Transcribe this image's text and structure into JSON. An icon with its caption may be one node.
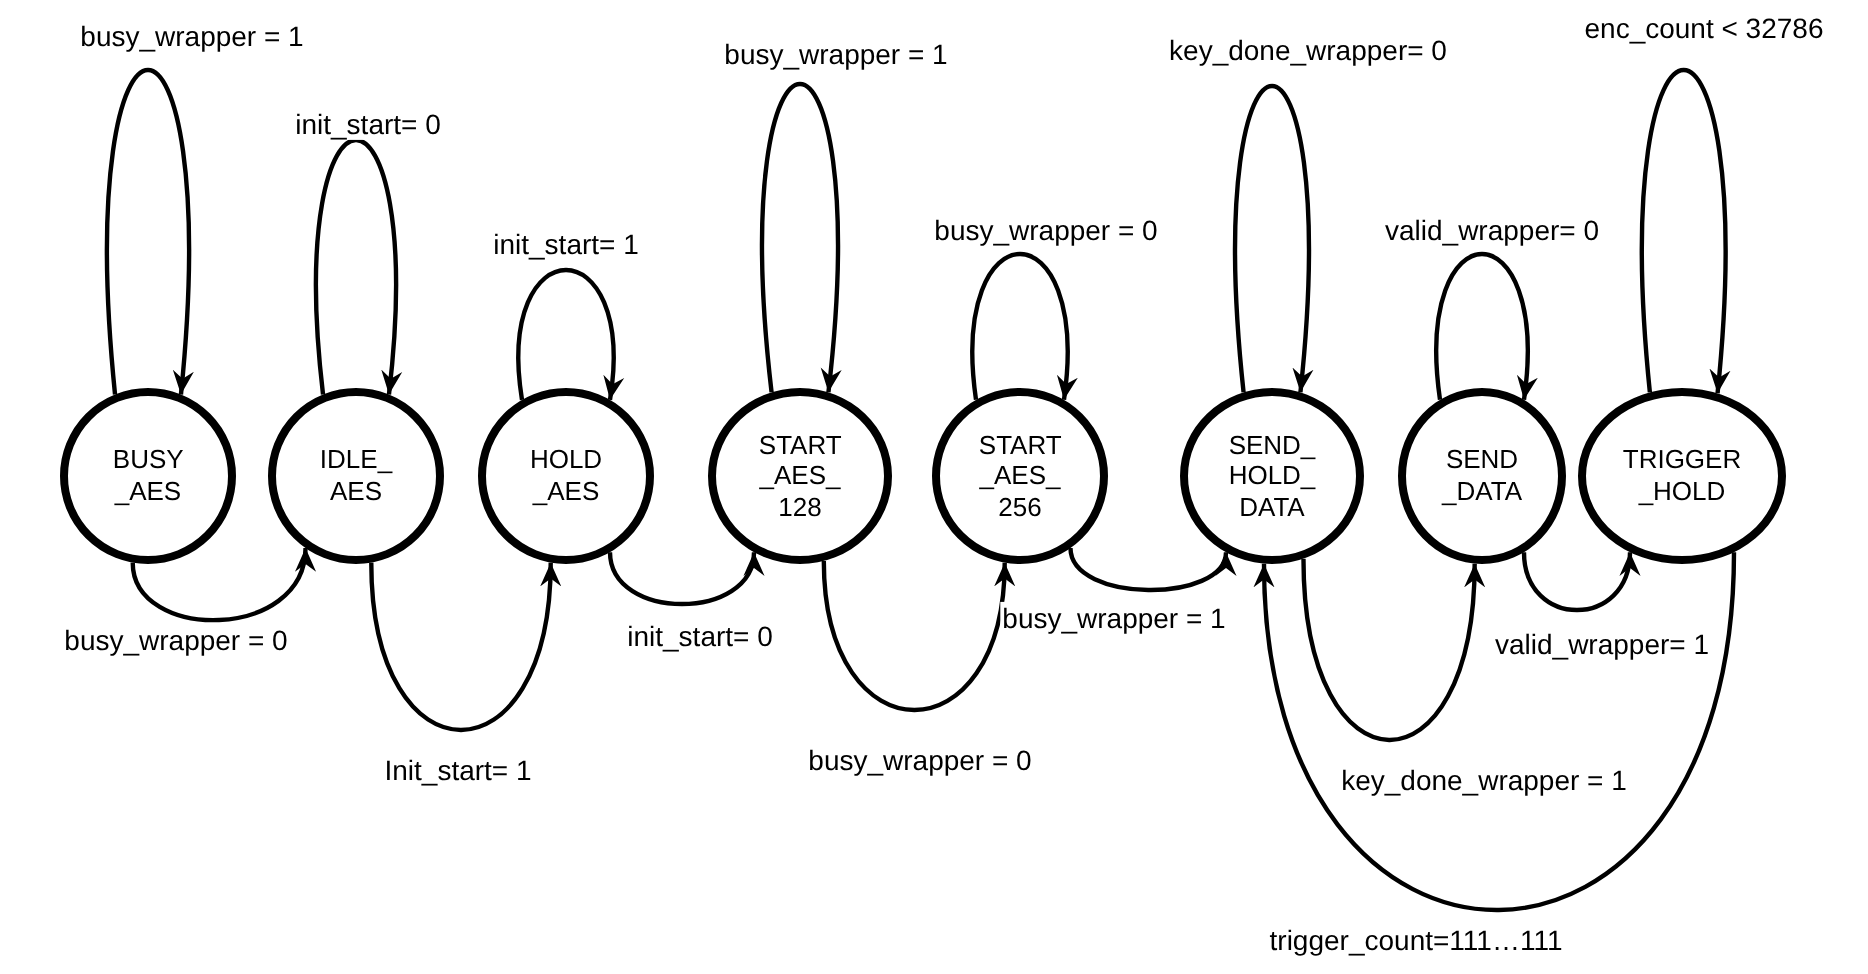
{
  "diagram": {
    "nodes": [
      {
        "text": [
          "BUSY _AES"
        ]
      },
      {
        "text": [
          "IDLE_ AES"
        ]
      },
      {
        "text": [
          "HOLD _AES"
        ]
      },
      {
        "text": [
          "START _AES_ 128"
        ]
      },
      {
        "text": [
          "START _AES_ 256"
        ]
      },
      {
        "text": [
          "SEND_ HOLD_ DATA"
        ]
      },
      {
        "text": [
          "SEND _DATA"
        ]
      },
      {
        "text": [
          "TRIGGER _HOLD"
        ]
      }
    ],
    "edges": [
      {
        "from": 0,
        "to": 0,
        "arrow": "to",
        "label": "busy_wrapper = 1"
      },
      {
        "from": 1,
        "to": 1,
        "arrow": "to",
        "label": "init_start= 0"
      },
      {
        "from": 2,
        "to": 2,
        "arrow": "to",
        "label": "init_start= 1"
      },
      {
        "from": 3,
        "to": 3,
        "arrow": "to",
        "label": "busy_wrapper = 1"
      },
      {
        "from": 4,
        "to": 4,
        "arrow": "to",
        "label": "busy_wrapper = 0"
      },
      {
        "from": 5,
        "to": 5,
        "arrow": "to",
        "label": "key_done_wrapper= 0"
      },
      {
        "from": 6,
        "to": 6,
        "arrow": "to",
        "label": "valid_wrapper= 0"
      },
      {
        "from": 7,
        "to": 7,
        "arrow": "to",
        "label": "enc_count < 32786"
      },
      {
        "from": 0,
        "to": 1,
        "arrow": "to",
        "label": "busy_wrapper = 0"
      },
      {
        "from": 1,
        "to": 2,
        "arrow": "to",
        "label": "Init_start= 1"
      },
      {
        "from": 2,
        "to": 3,
        "arrow": "to",
        "label": "init_start= 0"
      },
      {
        "from": 3,
        "to": 4,
        "arrow": "to",
        "label": "busy_wrapper = 0"
      },
      {
        "from": 4,
        "to": 5,
        "arrow": "to",
        "label": "busy_wrapper = 1"
      },
      {
        "from": 5,
        "to": 6,
        "arrow": "to",
        "label": "key_done_wrapper = 1"
      },
      {
        "from": 6,
        "to": 7,
        "arrow": "to",
        "label": "valid_wrapper= 1"
      },
      {
        "from": 7,
        "to": 5,
        "arrow": "to",
        "label": "trigger_count=111…111"
      }
    ]
  }
}
